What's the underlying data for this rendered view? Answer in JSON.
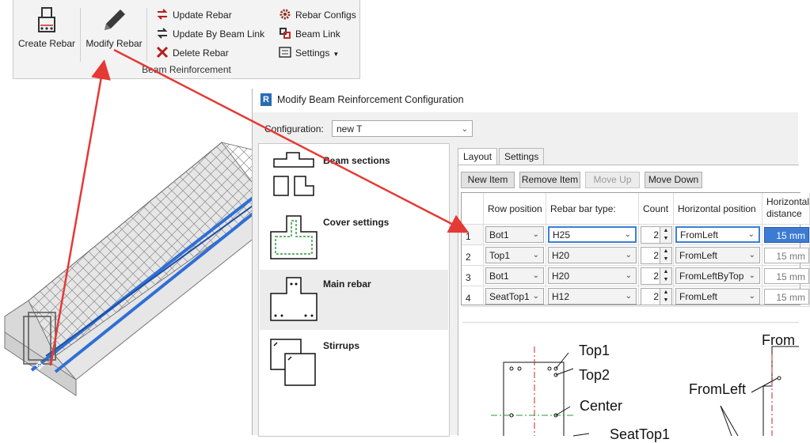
{
  "ribbon": {
    "create_rebar": "Create Rebar",
    "modify_rebar": "Modify Rebar",
    "update_rebar": "Update Rebar",
    "update_by_beam_link": "Update By Beam Link",
    "delete_rebar": "Delete Rebar",
    "rebar_configs": "Rebar Configs",
    "beam_link": "Beam Link",
    "settings": "Settings",
    "panel_label": "Beam Reinforcement"
  },
  "dialog": {
    "title": "Modify Beam Reinforcement Configuration",
    "logo": "R",
    "config_label": "Configuration:",
    "config_value": "new T",
    "categories": [
      {
        "label": "Beam sections",
        "icon": "beam-sections-icon"
      },
      {
        "label": "Cover settings",
        "icon": "cover-settings-icon"
      },
      {
        "label": "Main rebar",
        "icon": "main-rebar-icon"
      },
      {
        "label": "Stirrups",
        "icon": "stirrups-icon"
      }
    ],
    "tabs": [
      "Layout",
      "Settings"
    ],
    "buttons": {
      "new_item": "New Item",
      "remove_item": "Remove Item",
      "move_up": "Move Up",
      "move_down": "Move Down"
    },
    "table": {
      "columns": [
        "Row position",
        "Rebar bar type:",
        "Count",
        "Horizontal position",
        "Horizontal",
        "distance"
      ],
      "rows": [
        {
          "num": "1",
          "row_position": "Bot1",
          "bar_type": "H25",
          "count": "2",
          "horizontal_position": "FromLeft",
          "distance": "15 mm"
        },
        {
          "num": "2",
          "row_position": "Top1",
          "bar_type": "H20",
          "count": "2",
          "horizontal_position": "FromLeft",
          "distance": "15 mm"
        },
        {
          "num": "3",
          "row_position": "Bot1",
          "bar_type": "H20",
          "count": "2",
          "horizontal_position": "FromLeftByTop",
          "distance": "15 mm"
        },
        {
          "num": "4",
          "row_position": "SeatTop1",
          "bar_type": "H12",
          "count": "2",
          "horizontal_position": "FromLeft",
          "distance": "15 mm"
        }
      ]
    },
    "diagram_labels": {
      "top1": "Top1",
      "top2": "Top2",
      "center": "Center",
      "seattop1": "SeatTop1",
      "fromleft": "FromLeft",
      "from": "From"
    }
  },
  "colors": {
    "accent": "#3c7bd4",
    "arrow": "#e53935",
    "rebar_blue": "#2f6fd6"
  }
}
